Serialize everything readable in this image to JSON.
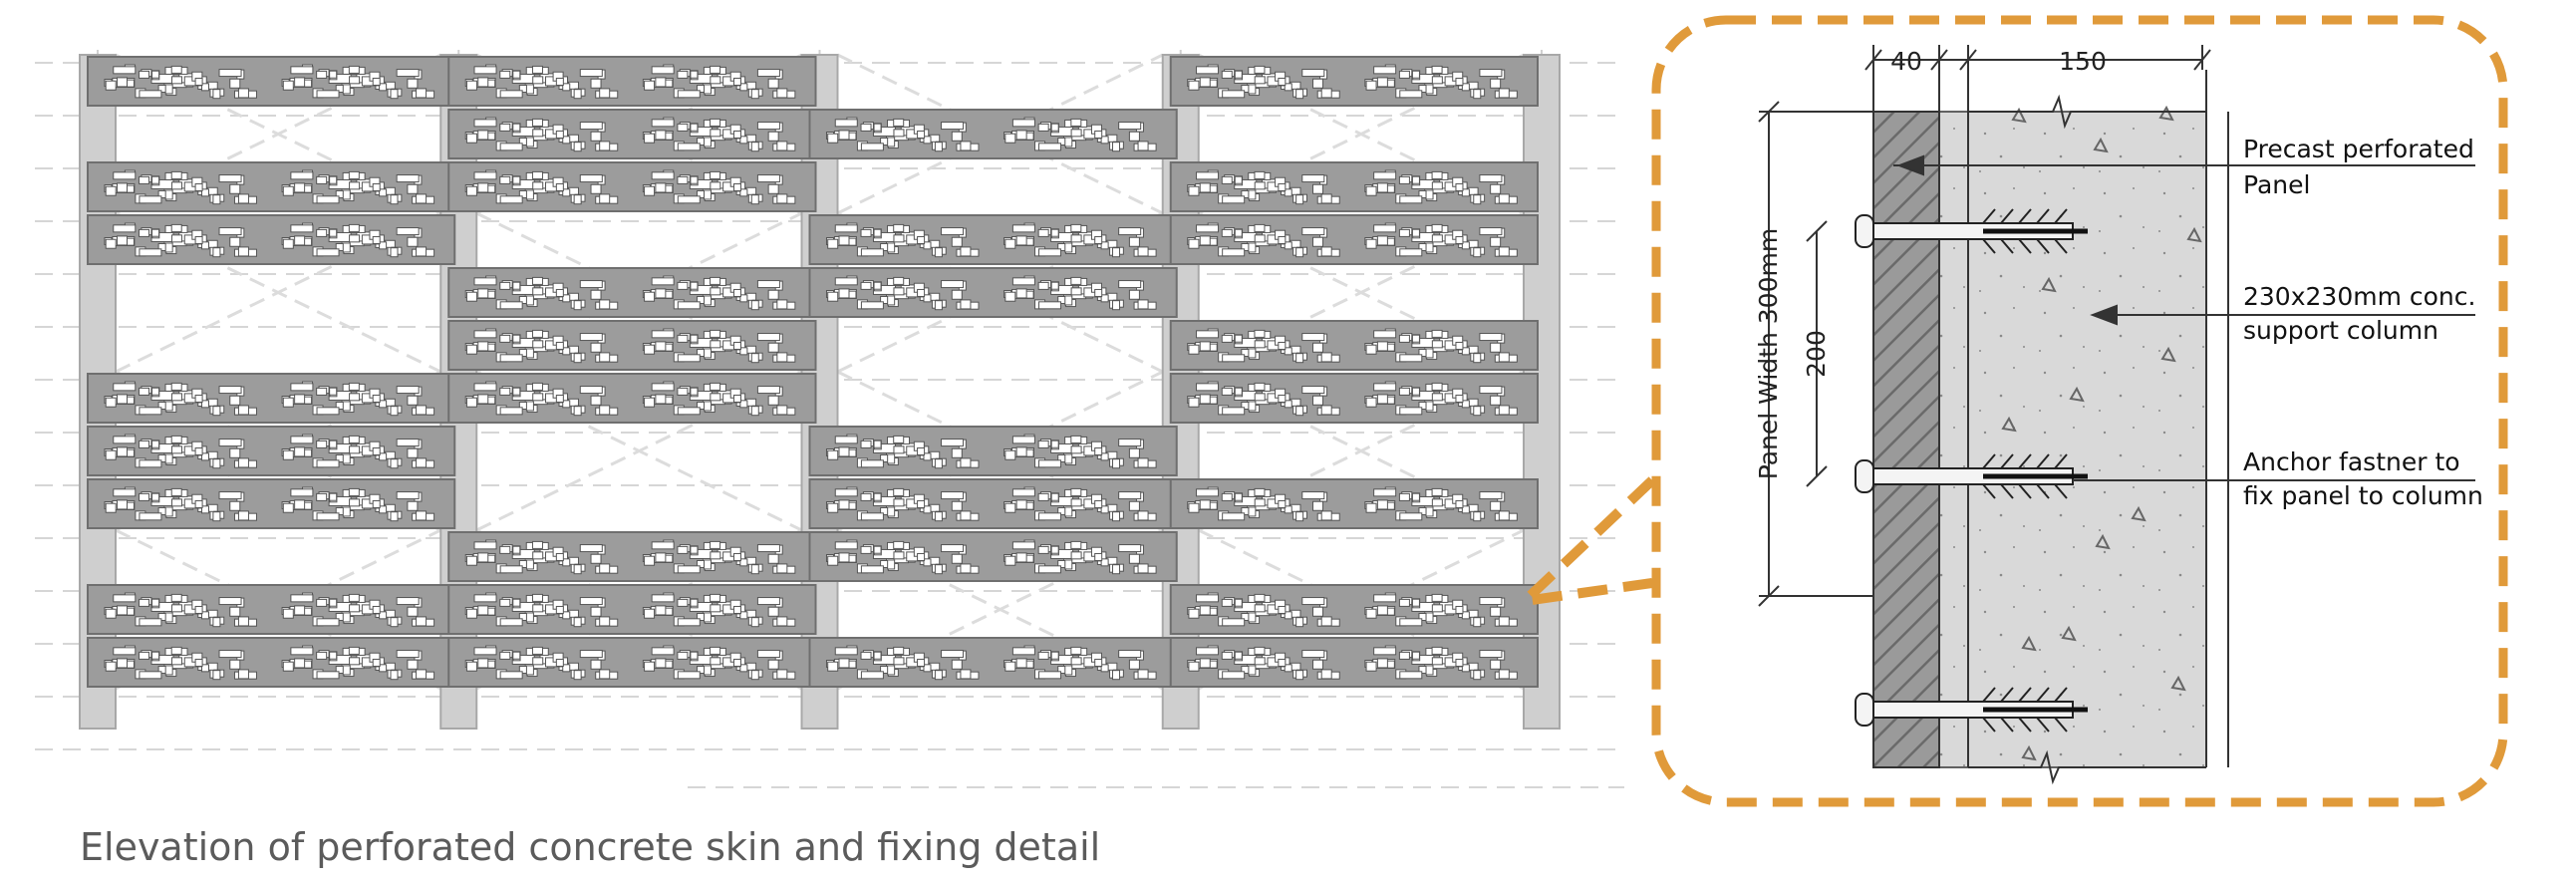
{
  "caption": "Elevation of perforated concrete skin and fixing detail",
  "detail": {
    "dim_panel_thickness": "40",
    "dim_column_depth": "150",
    "dim_anchor_spacing": "200",
    "dim_panel_width": "Panel Width 300mm",
    "labels": {
      "panel_line1": "Precast perforated",
      "panel_line2": "Panel",
      "column_line1": "230x230mm conc.",
      "column_line2": "support column",
      "anchor_line1": "Anchor fastner to",
      "anchor_line2": "fix panel to column"
    }
  },
  "elevation": {
    "column_count": 5,
    "bay_count": 4,
    "panel_rows": [
      [
        1,
        1,
        0,
        1
      ],
      [
        0,
        1,
        1,
        0
      ],
      [
        1,
        1,
        0,
        1
      ],
      [
        1,
        0,
        1,
        1
      ],
      [
        0,
        1,
        1,
        0
      ],
      [
        0,
        1,
        0,
        1
      ],
      [
        1,
        1,
        0,
        1
      ],
      [
        1,
        0,
        1,
        0
      ],
      [
        1,
        0,
        1,
        1
      ],
      [
        0,
        1,
        1,
        0
      ],
      [
        1,
        1,
        0,
        1
      ],
      [
        1,
        1,
        1,
        1
      ]
    ]
  },
  "colors": {
    "accent": "#e09a3a",
    "panel": "#9c9c9c",
    "panel_border": "#6f6f6f",
    "column": "#cfcfcf",
    "hatch": "#8c8c8c",
    "concrete": "#d9d9d9",
    "caption": "#5b5b5b"
  }
}
